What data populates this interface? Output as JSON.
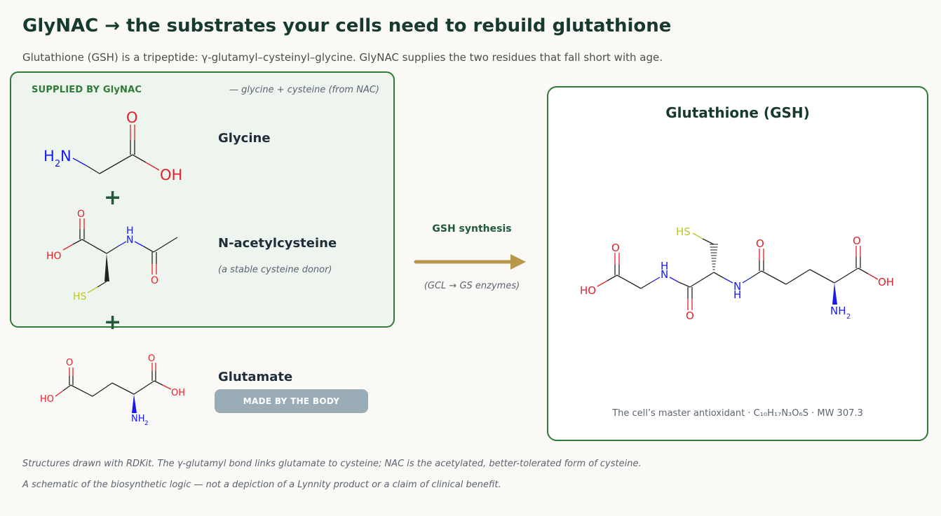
{
  "header": {
    "title": "GlyNAC → the substrates your cells need to rebuild glutathione",
    "subtitle": "Glutathione (GSH) is a tripeptide: γ-glutamyl–cysteinyl–glycine. GlyNAC supplies the two residues that fall short with age."
  },
  "supplied": {
    "label": "SUPPLIED BY GlyNAC",
    "note": "— glycine + cysteine (from NAC)"
  },
  "molecules": {
    "glycine": {
      "name": "Glycine"
    },
    "nac": {
      "name": "N-acetylcysteine",
      "sub": "(a stable cysteine donor)"
    },
    "glutamate": {
      "name": "Glutamate",
      "badge": "MADE BY THE BODY"
    }
  },
  "plus_sign": "+",
  "reaction": {
    "label": "GSH synthesis",
    "sub": "(GCL → GS enzymes)"
  },
  "product": {
    "title": "Glutathione (GSH)",
    "caption": "The cell’s master antioxidant · C₁₀H₁₇N₃O₆S · MW 307.3"
  },
  "atom_labels": {
    "O": "O",
    "OH": "OH",
    "HO": "HO",
    "H": "H",
    "N": "N",
    "HS": "HS",
    "NH": "NH",
    "sub2": "2"
  },
  "footnotes": [
    "Structures drawn with RDKit. The γ-glutamyl bond links glutamate to cysteine; NAC is the acetylated, better-tolerated form of cysteine.",
    "A schematic of the biosynthetic logic — not a depiction of a Lynnity product or a claim of clinical benefit."
  ],
  "colors": {
    "accent_green": "#2f7a36",
    "arrow_gold": "#b8964a",
    "badge_gray": "#9aadb7",
    "nitrogen_blue": "#1a1aee",
    "oxygen_red": "#e3202a",
    "sulfur_yellow": "#bfc72a"
  }
}
